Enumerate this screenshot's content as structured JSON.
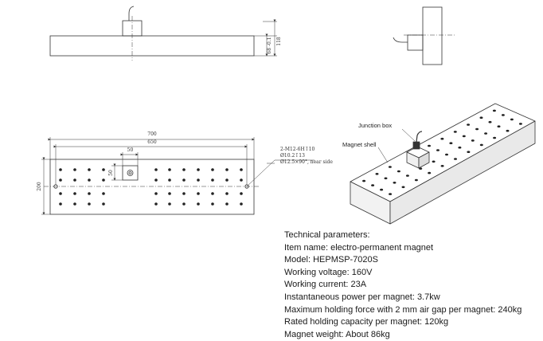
{
  "front_view": {
    "height_dims": [
      "118",
      "68 -0.1"
    ]
  },
  "top_view": {
    "dims": {
      "length": "700",
      "hole_span": "650",
      "box_width": "50",
      "box_height": "50",
      "width": "200"
    },
    "callout": {
      "line1": "2-M12-6H↧10",
      "line2": "Ø10.2↧13",
      "line3": "Ø12.5×90°, near side"
    }
  },
  "iso_view": {
    "labels": {
      "junction_box": "Junction box",
      "magnet_shell": "Magnet shell"
    }
  },
  "specs": {
    "heading": "Technical parameters:",
    "lines": [
      "Item name: electro-permanent magnet",
      "Model: HEPMSP-7020S",
      "Working voltage: 160V",
      "Working current: 23A",
      "Instantaneous power per magnet: 3.7kw",
      "Maximum holding force with 2 mm air gap per magnet: 240kg",
      "Rated holding capacity per magnet: 120kg",
      "Magnet weight: About 86kg"
    ]
  }
}
